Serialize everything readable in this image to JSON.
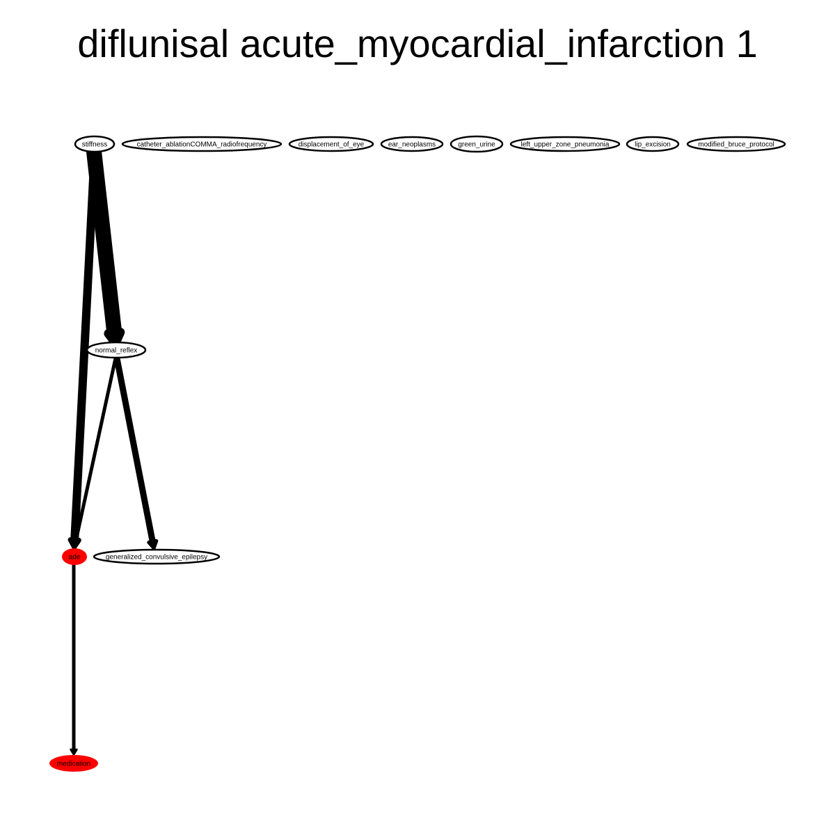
{
  "title": "diflunisal acute_myocardial_infarction 1",
  "colors": {
    "edge": "#000000",
    "node_outline": "#000000",
    "highlight_fill": "#ff0000",
    "plain_fill": "#ffffff"
  },
  "nodes": [
    {
      "id": "stiffness",
      "label": "stiffness",
      "style": "outline"
    },
    {
      "id": "catheter",
      "label": "catheter_ablationCOMMA_radiofrequency",
      "style": "outline"
    },
    {
      "id": "displacement",
      "label": "displacement_of_eye",
      "style": "outline"
    },
    {
      "id": "ear",
      "label": "ear_neoplasms",
      "style": "outline"
    },
    {
      "id": "green",
      "label": "green_urine",
      "style": "outline"
    },
    {
      "id": "lupz",
      "label": "left_upper_zone_pneumonia",
      "style": "outline"
    },
    {
      "id": "lip",
      "label": "lip_excision",
      "style": "outline"
    },
    {
      "id": "bruce",
      "label": "modified_bruce_protocol",
      "style": "outline"
    },
    {
      "id": "normal_reflex",
      "label": "normal_reflex",
      "style": "outline"
    },
    {
      "id": "ade",
      "label": "ade",
      "style": "filled"
    },
    {
      "id": "gce",
      "label": "generalized_convulsive_epilepsy",
      "style": "outline"
    },
    {
      "id": "medication",
      "label": "medication",
      "style": "filled"
    }
  ],
  "edges": [
    {
      "from": "stiffness",
      "to": "normal_reflex",
      "weight": "heavy"
    },
    {
      "from": "stiffness",
      "to": "ade",
      "weight": "medium"
    },
    {
      "from": "normal_reflex",
      "to": "ade",
      "weight": "light"
    },
    {
      "from": "normal_reflex",
      "to": "gce",
      "weight": "medium"
    },
    {
      "from": "ade",
      "to": "medication",
      "weight": "light"
    }
  ]
}
